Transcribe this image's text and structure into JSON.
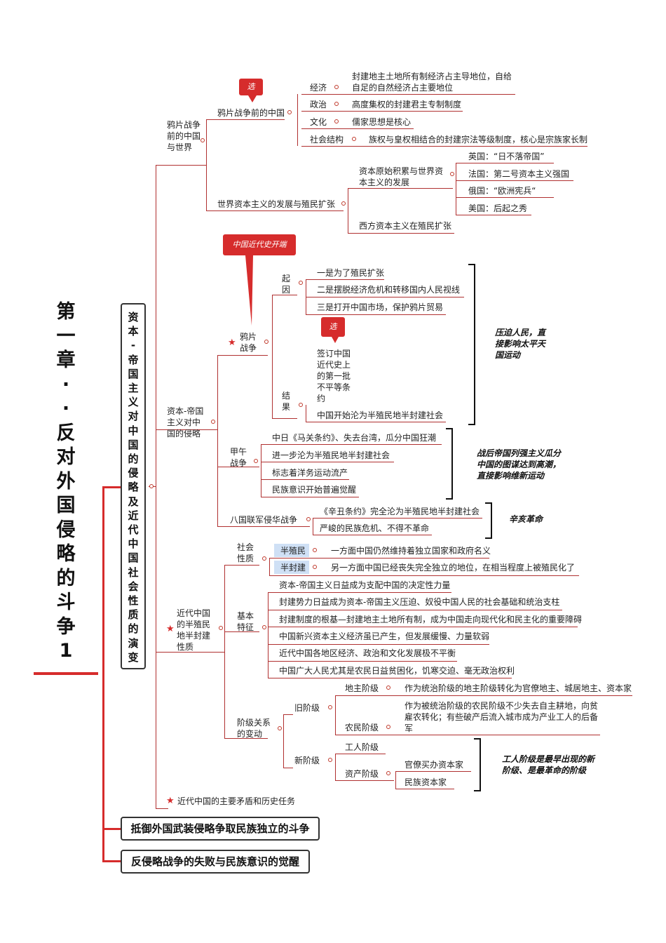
{
  "title_chars": [
    "第",
    "一",
    "章",
    "·",
    "·",
    "反",
    "对",
    "外",
    "国",
    "侵",
    "略",
    "的",
    "斗",
    "争",
    "1"
  ],
  "section_title_chars": [
    "资",
    "本",
    "-",
    "帝",
    "国",
    "主",
    "义",
    "对",
    "中",
    "国",
    "的",
    "侵",
    "略",
    "及",
    "近",
    "代",
    "中",
    "国",
    "社",
    "会",
    "性",
    "质",
    "的",
    "演",
    "变"
  ],
  "section2": "抵御外国武装侵略争取民族独立的斗争",
  "section3": "反侵略战争的失败与民族意识的觉醒",
  "colors": {
    "accent": "#d62c2c",
    "highlight": "#cfe0f5"
  },
  "part1": {
    "label": "鸦片战争前的中国与世界",
    "sub1": {
      "label": "鸦片战争前的中国",
      "tag": "选",
      "items": [
        {
          "k": "经济",
          "v": "封建地主土地所有制经济占主导地位，自给自足的自然经济占主要地位"
        },
        {
          "k": "政治",
          "v": "高度集权的封建君主专制制度"
        },
        {
          "k": "文化",
          "v": "儒家思想是核心"
        },
        {
          "k": "社会结构",
          "v": "族权与皇权相结合的封建宗法等级制度，核心是宗族家长制"
        }
      ]
    },
    "sub2": {
      "label": "世界资本主义的发展与殖民扩张",
      "accum": "资本原始积累与世界资本主义的发展",
      "countries": [
        "英国：“日不落帝国”",
        "法国：第二号资本主义强国",
        "俄国：“欧洲宪兵“",
        "美国：后起之秀"
      ],
      "west": "西方资本主义在殖民扩张"
    }
  },
  "part2": {
    "label": "资本-帝国主义对中国的侵略",
    "opium": {
      "label": "鸦片战争",
      "tag": "中国近代史开端",
      "cause_label": "起因",
      "causes": [
        "一是为了殖民扩张",
        "二是摆脱经济危机和转移国内人民视线",
        "三是打开中国市场，保护鸦片贸易"
      ],
      "result_label": "结果",
      "result_tag": "选",
      "results": [
        "签订中国近代史上的第一批不平等条约",
        "中国开始沦为半殖民地半封建社会"
      ],
      "note": "压迫人民，直接影响太平天国运动"
    },
    "jiawu": {
      "label": "甲午战争",
      "items": [
        "中日《马关条约》、失去台湾，瓜分中国狂潮",
        "进一步沦为半殖民地半封建社会",
        "标志着洋务运动流产",
        "民族意识开始普遍觉醒"
      ],
      "note": "战后帝国列强主义瓜分中国的图谋达到高潮，直接影响维新运动"
    },
    "baguo": {
      "label": "八国联军侵华战争",
      "items": [
        "《辛丑条约》完全沦为半殖民地半封建社会",
        "严峻的民族危机、不得不革命"
      ],
      "note": "辛亥革命"
    }
  },
  "part3": {
    "label": "近代中国的半殖民地半封建性质",
    "nature": {
      "label": "社会性质",
      "items": [
        {
          "k": "半殖民",
          "v": "一方面中国仍然维持着独立国家和政府名义"
        },
        {
          "k": "半封建",
          "v": "另一方面中国已经丧失完全独立的地位，在相当程度上被殖民化了"
        }
      ]
    },
    "features": {
      "label": "基本特征",
      "items": [
        "资本-帝国主义日益成为支配中国的决定性力量",
        "封建势力日益成为资本-帝国主义压迫、奴役中国人民的社会基础和统治支柱",
        "封建制度的根基—封建地主土地所有制，成为中国走向现代化和民主化的重要障碍",
        "中国新兴资本主义经济虽已产生，但发展缓慢、力量软弱",
        "近代中国各地区经济、政治和文化发展极不平衡",
        "中国广大人民尤其是农民日益贫困化，饥寒交迫、毫无政治权利"
      ]
    },
    "classes": {
      "label": "阶级关系的变动",
      "old_label": "旧阶级",
      "landlord": {
        "k": "地主阶级",
        "v": "作为统治阶级的地主阶级转化为官僚地主、城居地主、资本家"
      },
      "peasant": {
        "k": "农民阶级",
        "v": "作为被统治阶级的农民阶级不少失去自主耕地，向贫雇农转化；有些破产后流入城市成为产业工人的后备军"
      },
      "new_label": "新阶级",
      "worker": "工人阶级",
      "capital_label": "资产阶级",
      "capital": [
        "官僚买办资本家",
        "民族资本家"
      ],
      "note": "工人阶级是最早出现的新阶级、是最革命的阶级"
    }
  },
  "part4": {
    "label": "近代中国的主要矛盾和历史任务"
  }
}
